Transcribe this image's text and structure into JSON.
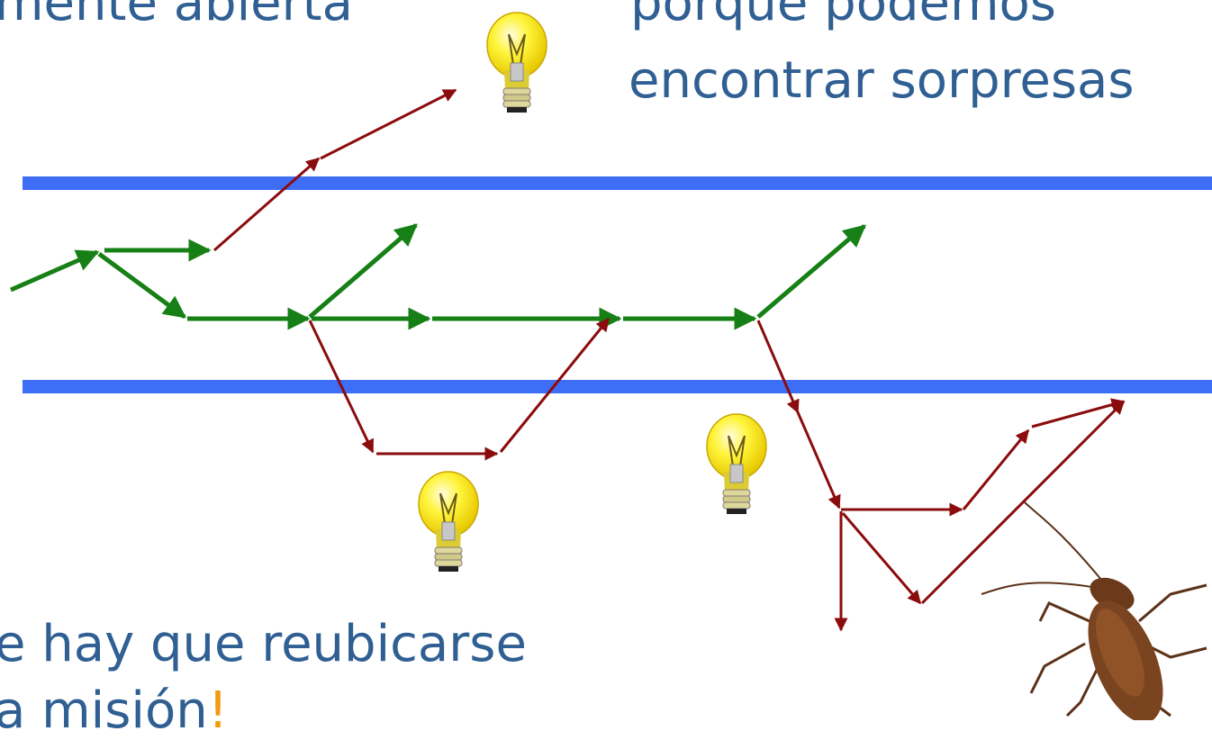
{
  "text": {
    "top_left": "mente abierta",
    "top_right_line1": "porque podemos",
    "top_right_line2": "encontrar sorpresas",
    "bottom_line1": "e hay que reubicarse",
    "bottom_line2_main": "a misión",
    "bottom_line2_accent": "!"
  },
  "colors": {
    "boundary": "#3d6ef5",
    "main_path": "#168016",
    "detour": "#8b0c0c",
    "text": "#2f5f93",
    "accent": "#f29b11",
    "bulb": "#f6ea00"
  },
  "icons": [
    "idea-bulb-icon",
    "cockroach-icon"
  ]
}
